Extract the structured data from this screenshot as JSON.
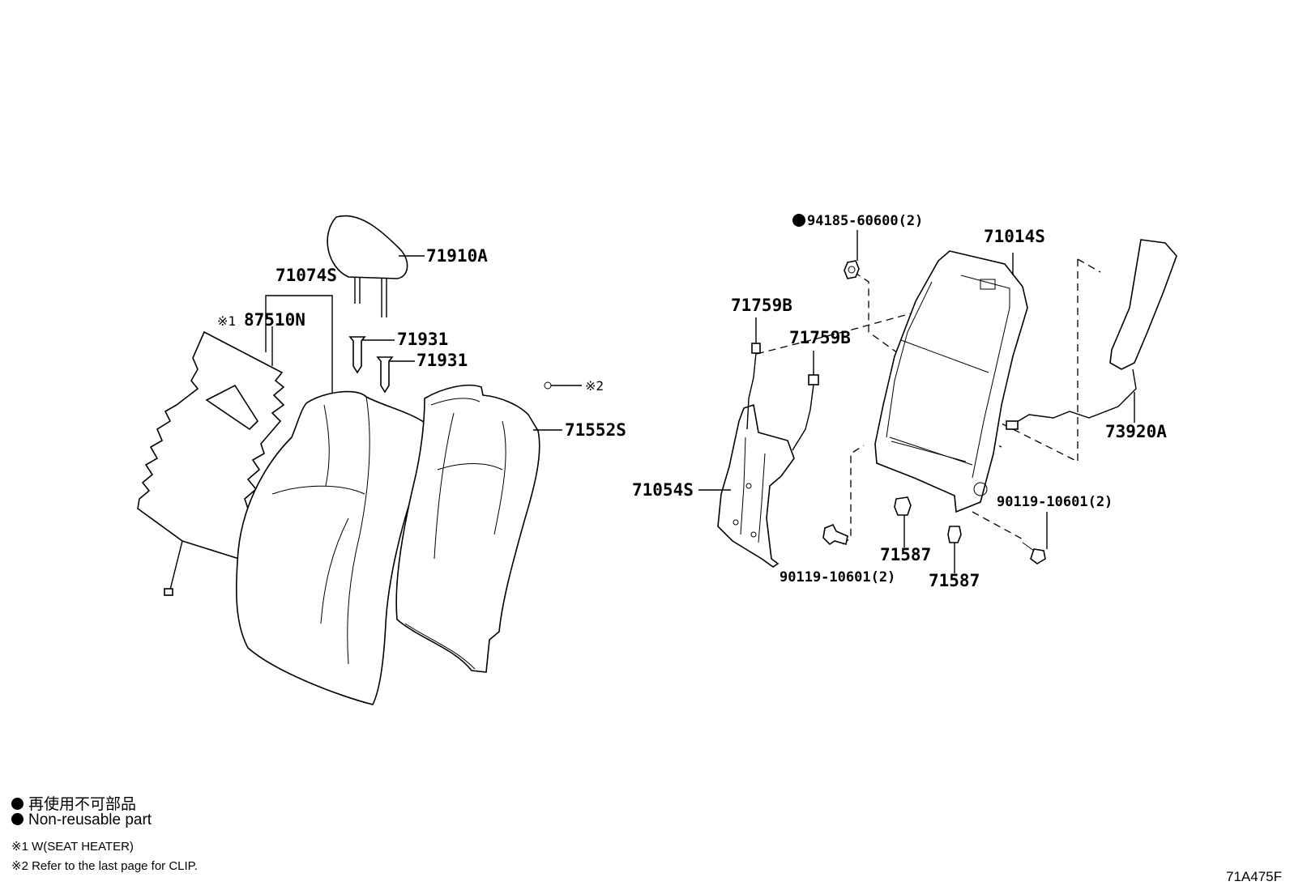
{
  "labels": {
    "p71910A": "71910A",
    "p71074S": "71074S",
    "p87510N": "87510N",
    "note1_mark": "※1",
    "p71931a": "71931",
    "p71931b": "71931",
    "note2_mark": "※2",
    "p71552S": "71552S",
    "p94185": "94185-60600(2)",
    "p71014S": "71014S",
    "p71759Ba": "71759B",
    "p71759Bb": "71759B",
    "p71054S": "71054S",
    "p73920A": "73920A",
    "p90119a": "90119-10601(2)",
    "p90119b": "90119-10601(2)",
    "p71587a": "71587",
    "p71587b": "71587"
  },
  "legend": {
    "jp": "再使用不可部品",
    "en": "Non-reusable part",
    "note1": "※1 W(SEAT HEATER)",
    "note2": "※2 Refer to the last page for CLIP."
  },
  "ref_code": "71A475F"
}
